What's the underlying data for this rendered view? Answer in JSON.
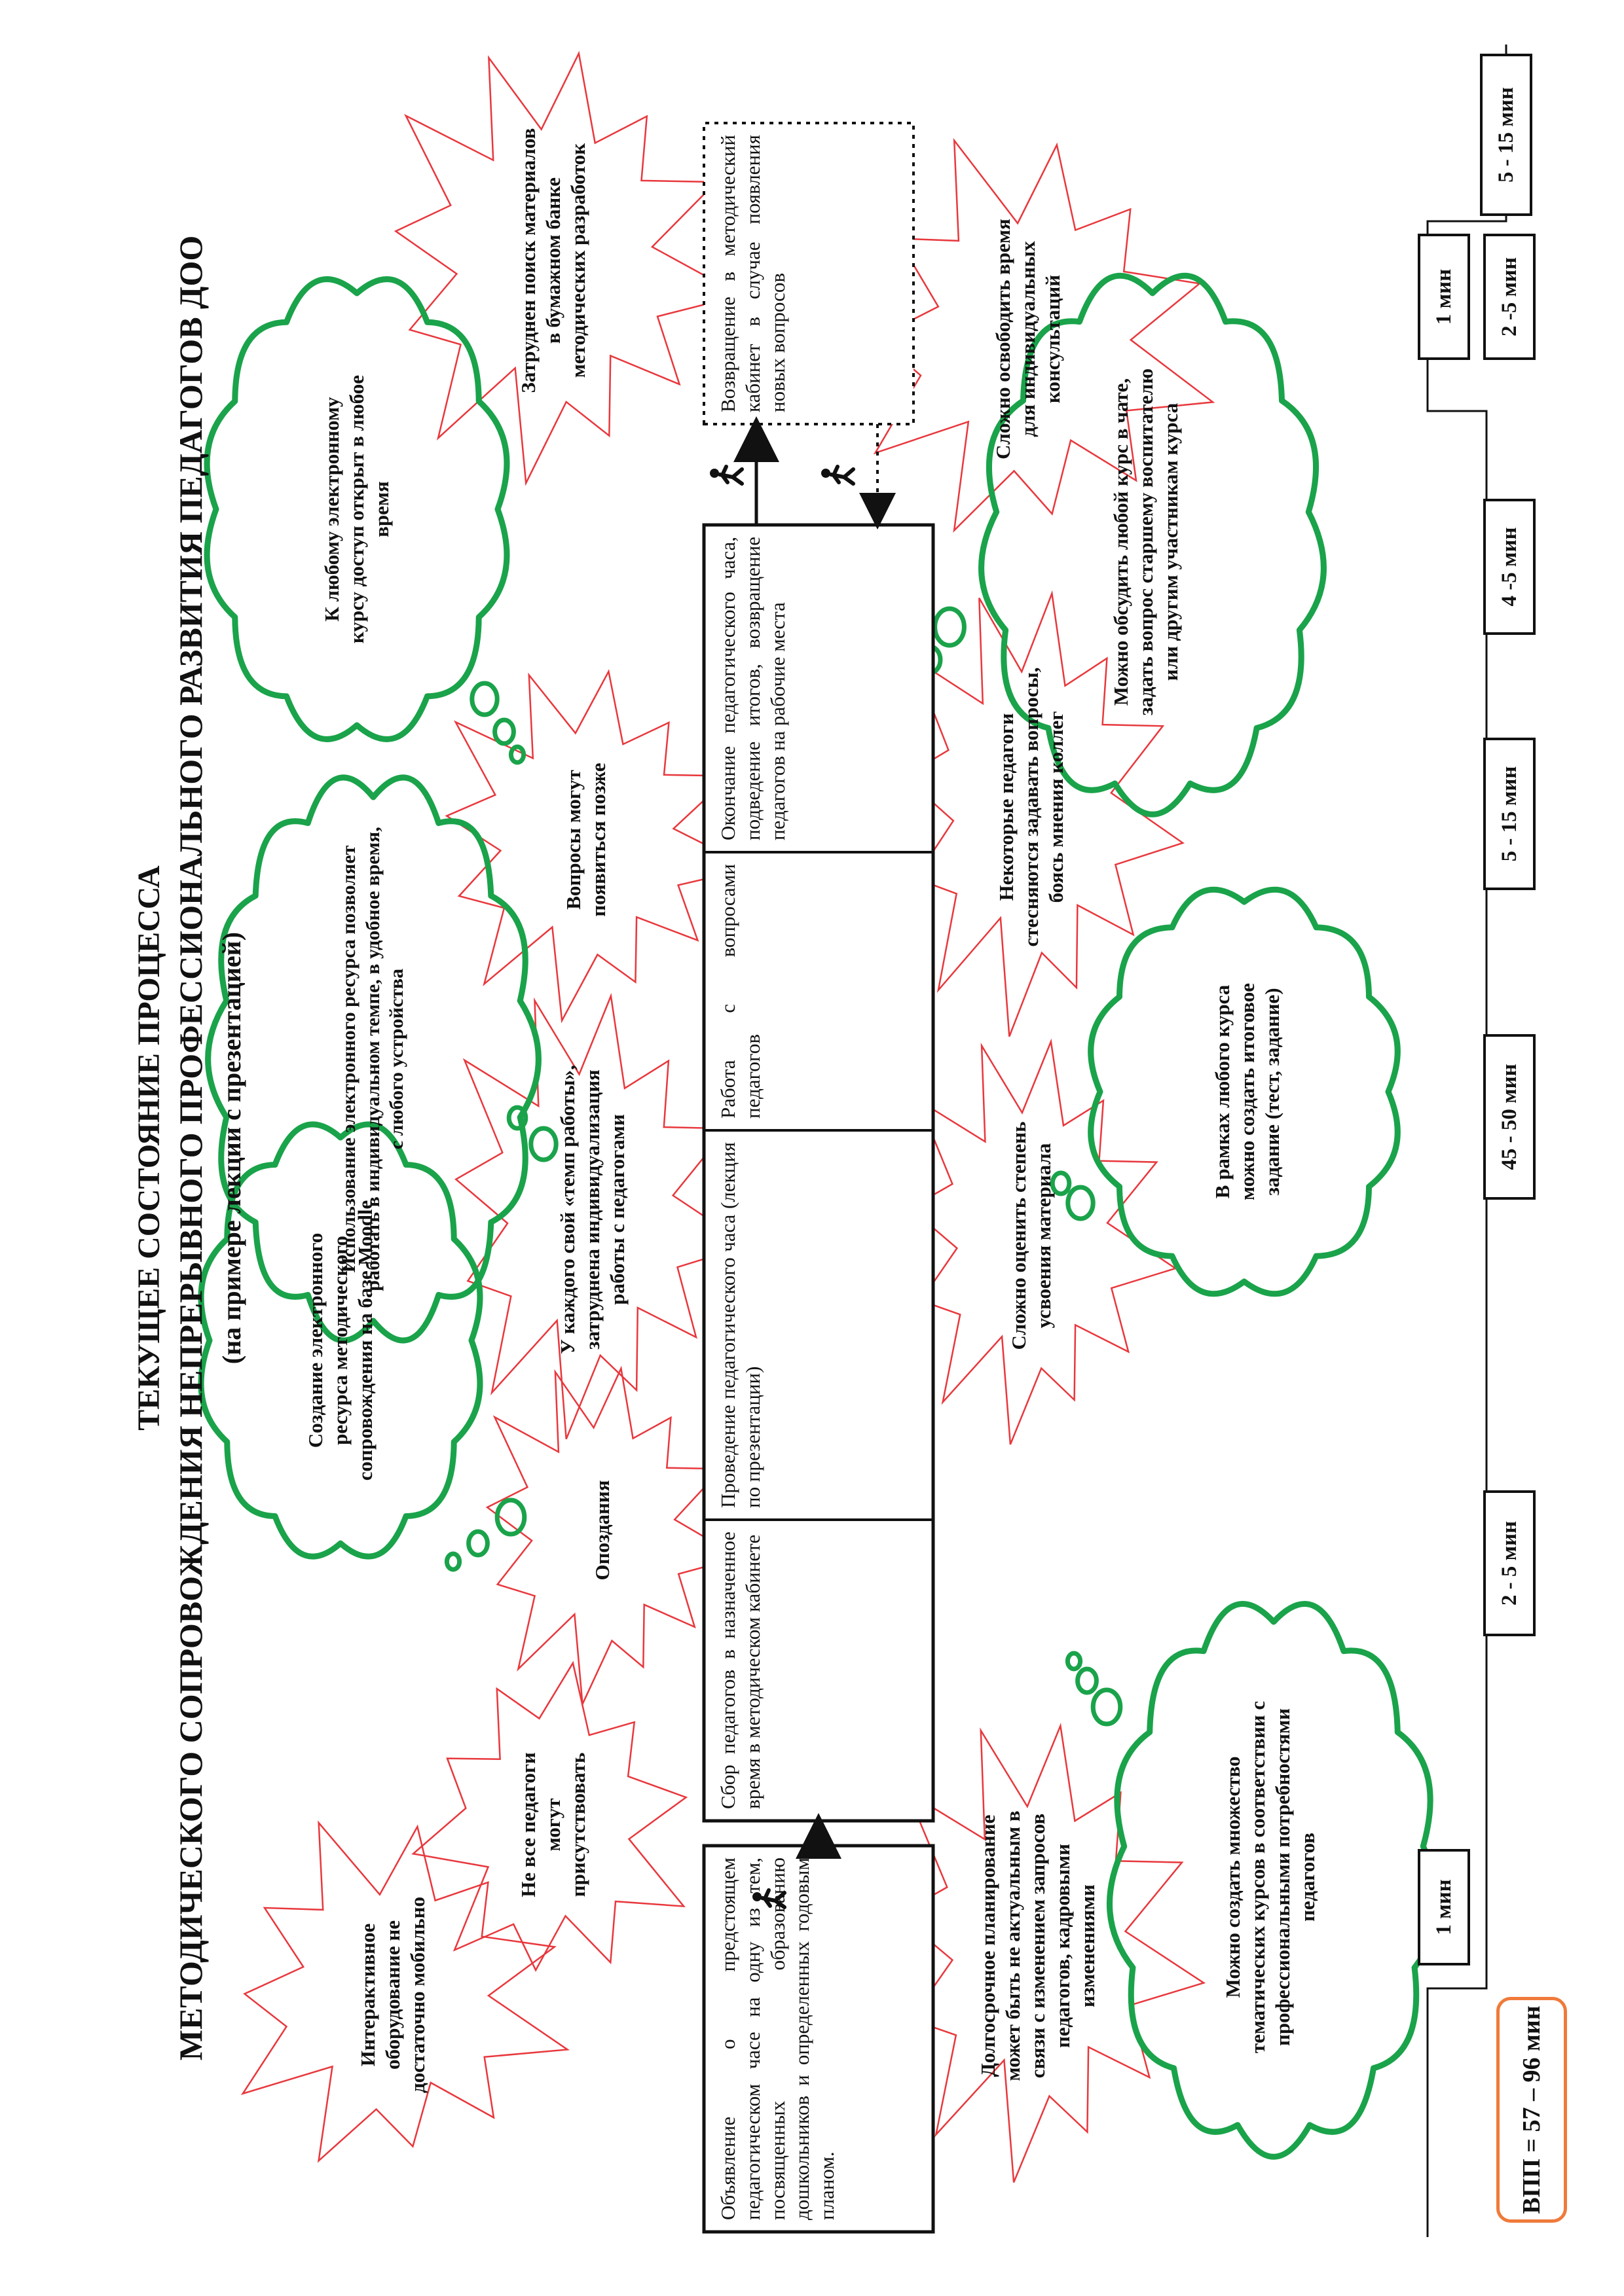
{
  "title": {
    "line1": "ТЕКУЩЕЕ СОСТОЯНИЕ ПРОЦЕССА",
    "line2": "МЕТОДИЧЕСКОГО СОПРОВОЖДЕНИЯ НЕПРЕРЫВНОГО ПРОФЕССИОНАЛЬНОГО РАЗВИТИЯ ПЕДАГОГОВ ДОО",
    "line3": "(на примере лекции с презентацией)"
  },
  "steps": [
    "Объявление о предстоящем педагогическом часе на одну из тем, посвященных образованию дошкольников и определенных годовым планом.",
    "Сбор педагогов в назначенное время в методическом кабинете",
    "Проведение педагогического часа (лекция по презентации)",
    "Работа с вопросами педагогов",
    "Окончание педагогического часа, подведение итогов, возвращение педагогов на рабочие места",
    "Возвращение в методический кабинет в случае появления новых вопросов"
  ],
  "problems": [
    "Интерактивное оборудование не достаточно мобильно",
    "Не все педагоги могут присутствовать",
    "Опоздания",
    "У каждого свой «темп работы», затруднена индивидуализация работы с педагогами",
    "Вопросы могут появиться позже",
    "Затруднен поиск материалов в бумажном банке методических разработок",
    "Долгосрочное планирование может быть не актуальным в связи с изменением запросов педагогов, кадровыми изменениями",
    "Сложно оценить степень усвоения материала",
    "Некоторые педагоги стесняются задавать вопросы, боясь мнения коллег",
    "Сложно освободить время для индивидуальных консультаций"
  ],
  "solutions": [
    "Создание электронного ресурса методического сопровождения на базе Moodle",
    "Использование электронного ресурса позволяет работать в индивидуальном темпе, в удобное время, с любого устройства",
    "К любому электронному курсу доступ открыт в любое время",
    "Можно создать множество тематических курсов в соответствии с профессиональными потребностями педагогов",
    "В рамках любого курса можно создать итоговое задание (тест, задание)",
    "Можно обсудить любой курс в чате, задать вопрос старшему воспитателю или другим участникам курса"
  ],
  "timeline": [
    "1 мин",
    "2 - 5 мин",
    "45 - 50 мин",
    "5 - 15 мин",
    "4 -5 мин",
    "1 мин",
    "5 - 15 мин",
    "2 -5 мин"
  ],
  "total": "ВПП = 57 – 96 мин",
  "colors": {
    "problem": "#e8383d",
    "solution": "#1aa34a",
    "total_border": "#f07a3a",
    "line": "#111111"
  }
}
